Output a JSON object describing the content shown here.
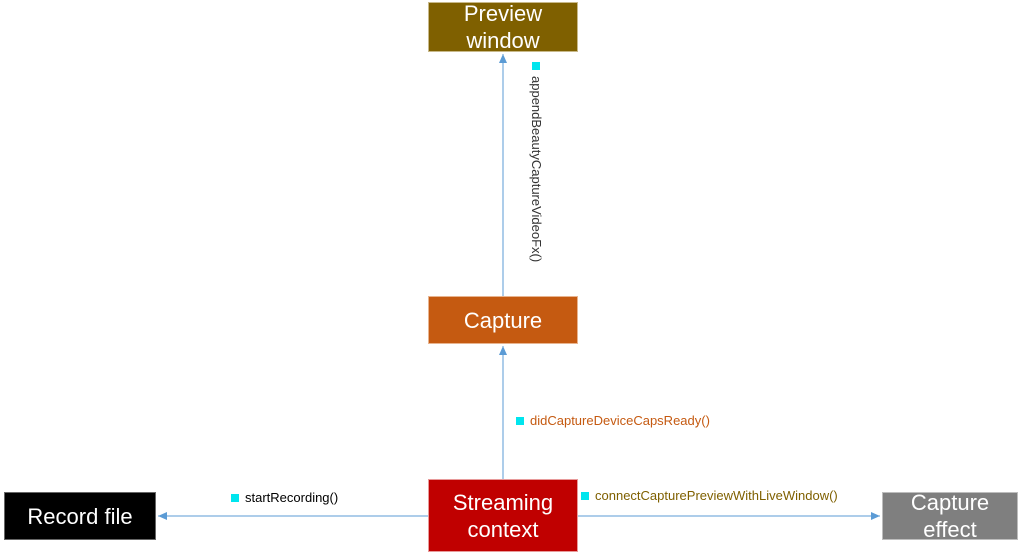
{
  "nodes": {
    "preview_window": "Preview\nwindow",
    "capture": "Capture",
    "streaming_context": "Streaming\ncontext",
    "record_file": "Record file",
    "capture_effect": "Capture\neffect"
  },
  "edges": {
    "append_beauty": "appendBeautyCaptureVideoFx()",
    "did_capture_caps": "didCaptureDeviceCapsReady()",
    "start_recording": "startRecording()",
    "connect_preview": "connectCapturePreviewWithLiveWindow()"
  },
  "colors": {
    "preview_window": "#7f6000",
    "capture": "#c55a11",
    "streaming_context": "#c00000",
    "record_file": "#000000",
    "capture_effect": "#7f7f7f",
    "connector": "#5b9bd5",
    "marker": "#00e5ee",
    "label_dark": "#333333",
    "label_orange": "#c55a11",
    "label_olive": "#7f6000"
  }
}
